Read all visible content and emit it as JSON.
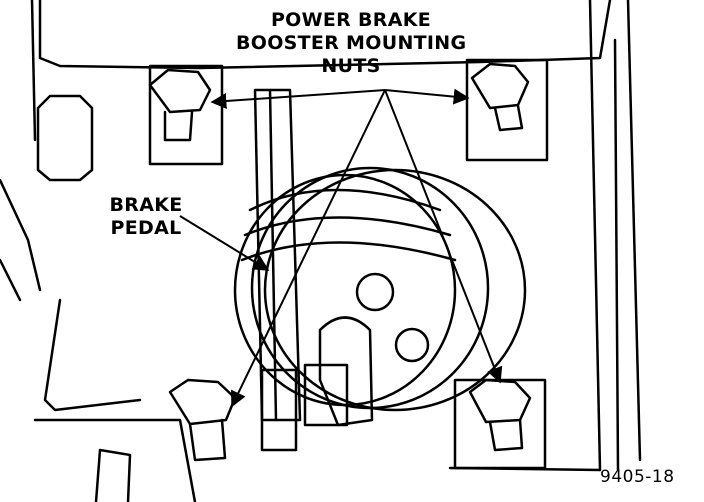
{
  "labels": {
    "booster_nuts": [
      "POWER BRAKE",
      "BOOSTER MOUNTING",
      "NUTS"
    ],
    "brake_pedal": [
      "BRAKE",
      "PEDAL"
    ],
    "figure_id": "9405-18"
  }
}
